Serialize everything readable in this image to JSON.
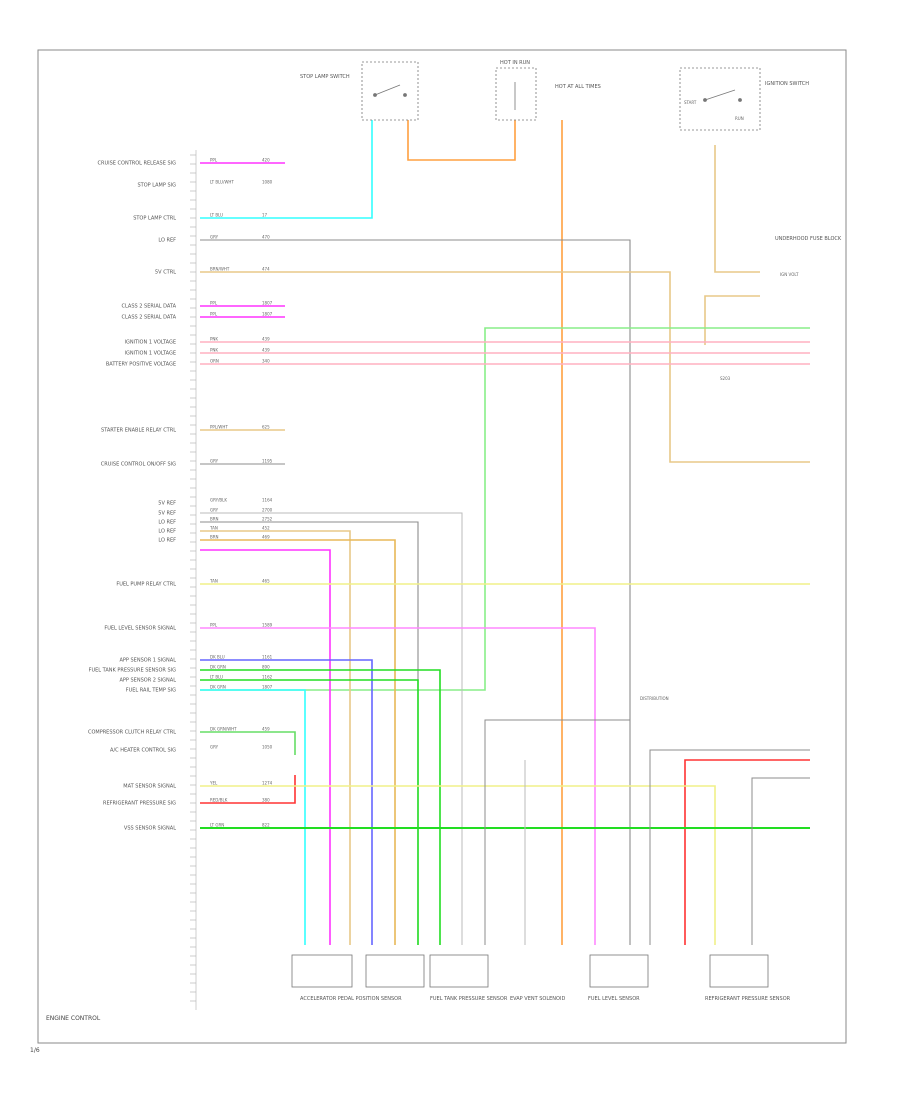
{
  "colors": {
    "frame": "#8a8a8a",
    "magenta": "#ff33ff",
    "cyan": "#33ffff",
    "orange": "#ffa040",
    "tan": "#e8c888",
    "gray": "#8c8c8c",
    "lightgreen": "#88ee88",
    "pink": "#ffb0c0",
    "yellow": "#f0f088",
    "gold": "#e8b858",
    "green": "#22dd22",
    "blue": "#6666ff",
    "red": "#ff3333",
    "violet": "#cc66cc",
    "lightgray": "#bbbbbb"
  },
  "connector_labels": [
    "CRUISE CONTROL RELEASE SIG",
    "STOP LAMP SIG",
    "STOP LAMP CTRL",
    "LO REF",
    "5V CTRL",
    "CLASS 2 SERIAL DATA",
    "CLASS 2 SERIAL DATA",
    "IGNITION 1 VOLTAGE",
    "IGNITION 1 VOLTAGE",
    "BATTERY POSITIVE VOLTAGE",
    "STARTER ENABLE RELAY CTRL",
    "CRUISE CONTROL ON/OFF SIG",
    "5V REF",
    "5V REF",
    "LO REF",
    "LO REF",
    "LO REF",
    "FUEL PUMP RELAY CTRL",
    "FUEL LEVEL SENSOR SIGNAL",
    "APP SENSOR 1 SIGNAL",
    "FUEL TANK PRESSURE SENSOR SIG",
    "APP SENSOR 2 SIGNAL",
    "FUEL RAIL TEMP SIG",
    "COMPRESSOR CLUTCH RELAY CTRL",
    "A/C HEATER CONTROL SIG",
    "MAT SENSOR SIGNAL",
    "REFRIGERANT PRESSURE SIG",
    "VSS SENSOR SIGNAL"
  ],
  "wire_codes_left": [
    "PPL",
    "LT BLU/WHT",
    "LT BLU",
    "GRY",
    "BRN/WHT",
    "PPL",
    "PPL",
    "PNK",
    "PNK",
    "ORN",
    "PPL/WHT",
    "GRY",
    "GRY/BLK",
    "GRY",
    "BRN",
    "TAN",
    "BRN",
    "TAN",
    "PPL",
    "DK BLU",
    "DK GRN",
    "LT BLU",
    "DK GRN",
    "DK GRN/WHT",
    "GRY",
    "YEL",
    "RED/BLK",
    "LT GRN"
  ],
  "wire_codes_right": [
    "420",
    "1080",
    "17",
    "470",
    "474",
    "1807",
    "1807",
    "439",
    "439",
    "340",
    "625",
    "1195",
    "1164",
    "2700",
    "2752",
    "452",
    "469",
    "465",
    "1589",
    "1161",
    "890",
    "1162",
    "1807",
    "459",
    "1050",
    "1274",
    "380",
    "822"
  ],
  "top_labels": {
    "stop_lamp_switch": "STOP LAMP SWITCH",
    "hot_in_run": "HOT IN RUN",
    "hot_at_all_times": "HOT AT ALL TIMES",
    "ignition_switch": "IGNITION SWITCH",
    "start": "START",
    "run": "RUN"
  },
  "right_labels": {
    "underhood_fuse": "UNDERHOOD FUSE BLOCK",
    "ign_volt": "IGN VOLT",
    "splice": "S203",
    "distribution": "DISTRIBUTION"
  },
  "bottom_components": [
    {
      "label": "ACCELERATOR PEDAL POSITION SENSOR"
    },
    {
      "label": "FUEL TANK PRESSURE SENSOR"
    },
    {
      "label": "EVAP VENT SOLENOID"
    },
    {
      "label": "FUEL LEVEL SENSOR"
    },
    {
      "label": "REFRIGERANT PRESSURE SENSOR"
    }
  ],
  "footer_left": "ENGINE CONTROL",
  "page_code": "1/6"
}
